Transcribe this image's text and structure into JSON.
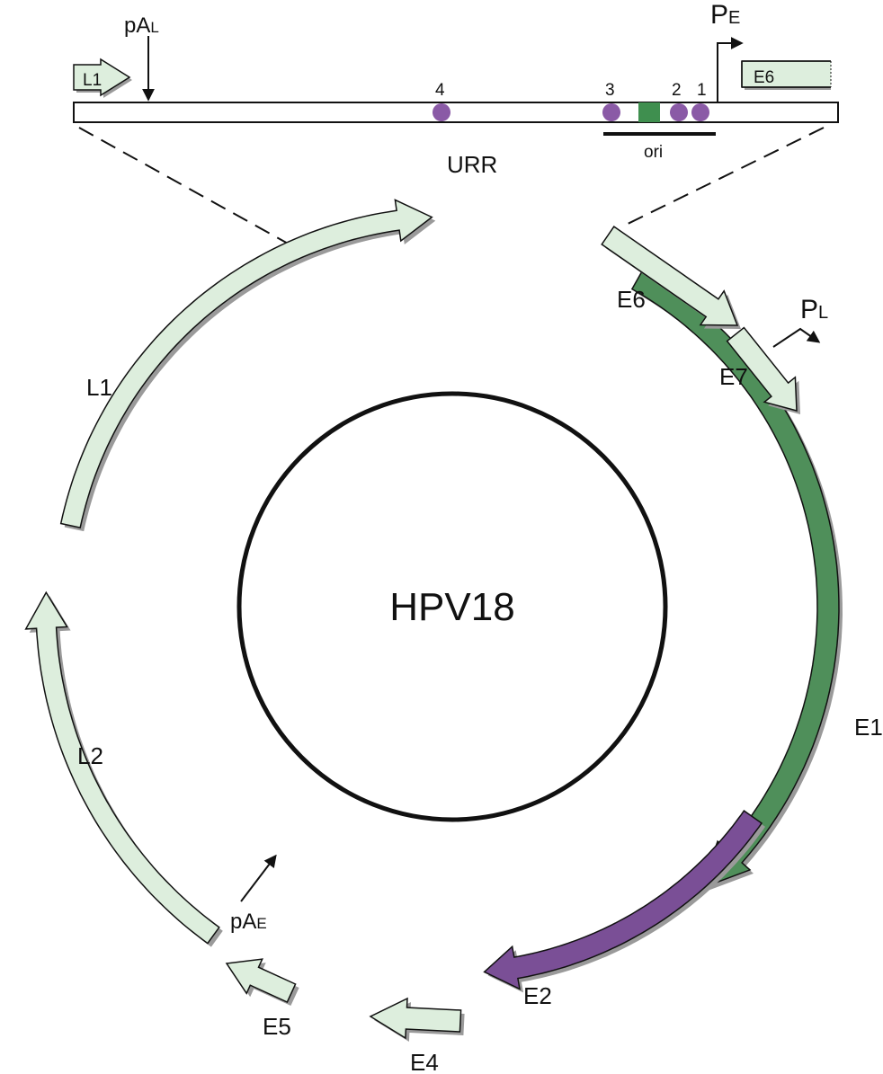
{
  "diagram": {
    "center_label": "HPV18",
    "region_label": "URR",
    "ori_label": "ori",
    "binding_site_labels": [
      "4",
      "3",
      "2",
      "1"
    ],
    "early_promoter": {
      "main": "P",
      "sub": "E"
    },
    "late_promoter": {
      "main": "P",
      "sub": "L"
    },
    "late_polya": {
      "main": "pA",
      "sub": "L"
    },
    "early_polya": {
      "main": "pA",
      "sub": "E"
    },
    "urr_box_labels": {
      "left": "L1",
      "right": "E6"
    },
    "genes": [
      {
        "name": "E6",
        "color": "#ddeedd"
      },
      {
        "name": "E7",
        "color": "#ddeedd"
      },
      {
        "name": "E1",
        "color": "#4f8f5a"
      },
      {
        "name": "E2",
        "color": "#7a4f96"
      },
      {
        "name": "E4",
        "color": "#ddeedd"
      },
      {
        "name": "E5",
        "color": "#ddeedd"
      },
      {
        "name": "L2",
        "color": "#ddeedd"
      },
      {
        "name": "L1",
        "color": "#ddeedd"
      }
    ],
    "colors": {
      "light_gene": "#ddeedd",
      "e1_gene": "#4f8f5a",
      "e2_gene": "#7a4f96",
      "binding_site": "#8a5aa6",
      "ori_box": "#3f8f4f",
      "shadow": "#9a9a9a",
      "outline": "#111111"
    }
  }
}
